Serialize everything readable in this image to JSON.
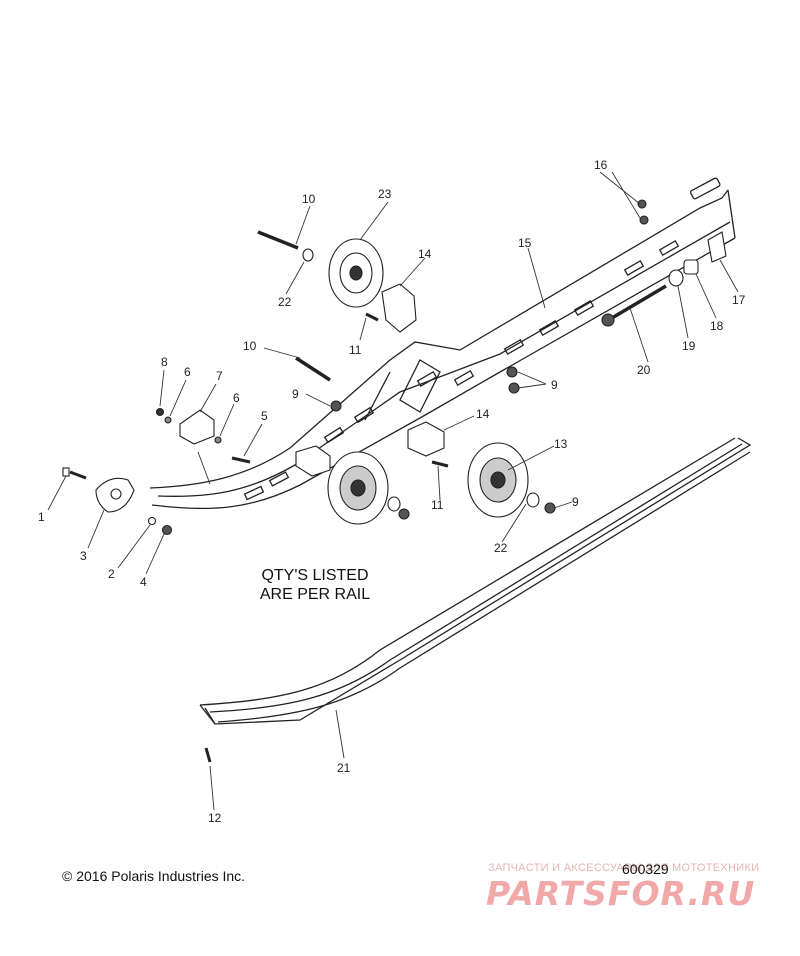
{
  "diagram": {
    "callouts": [
      {
        "id": "c1",
        "label": "1"
      },
      {
        "id": "c2",
        "label": "2"
      },
      {
        "id": "c3",
        "label": "3"
      },
      {
        "id": "c4",
        "label": "4"
      },
      {
        "id": "c5",
        "label": "5"
      },
      {
        "id": "c6a",
        "label": "6"
      },
      {
        "id": "c6b",
        "label": "6"
      },
      {
        "id": "c7",
        "label": "7"
      },
      {
        "id": "c8",
        "label": "8"
      },
      {
        "id": "c9a",
        "label": "9"
      },
      {
        "id": "c9b",
        "label": "9"
      },
      {
        "id": "c9c",
        "label": "9"
      },
      {
        "id": "c10a",
        "label": "10"
      },
      {
        "id": "c10b",
        "label": "10"
      },
      {
        "id": "c11a",
        "label": "11"
      },
      {
        "id": "c11b",
        "label": "11"
      },
      {
        "id": "c12",
        "label": "12"
      },
      {
        "id": "c13",
        "label": "13"
      },
      {
        "id": "c14a",
        "label": "14"
      },
      {
        "id": "c14b",
        "label": "14"
      },
      {
        "id": "c15",
        "label": "15"
      },
      {
        "id": "c16",
        "label": "16"
      },
      {
        "id": "c17",
        "label": "17"
      },
      {
        "id": "c18",
        "label": "18"
      },
      {
        "id": "c19",
        "label": "19"
      },
      {
        "id": "c20",
        "label": "20"
      },
      {
        "id": "c21",
        "label": "21"
      },
      {
        "id": "c22a",
        "label": "22"
      },
      {
        "id": "c22b",
        "label": "22"
      },
      {
        "id": "c23",
        "label": "23"
      }
    ],
    "note": {
      "line1": "QTY'S LISTED",
      "line2": "ARE PER RAIL"
    },
    "copyright": "© 2016 Polaris Industries Inc.",
    "drawing_number": "600329"
  },
  "watermark": {
    "tagline": "ЗАПЧАСТИ И АКСЕССУАРЫ ДЛЯ МОТОТЕХНИКИ",
    "logo": "PARTSFOR.RU"
  }
}
